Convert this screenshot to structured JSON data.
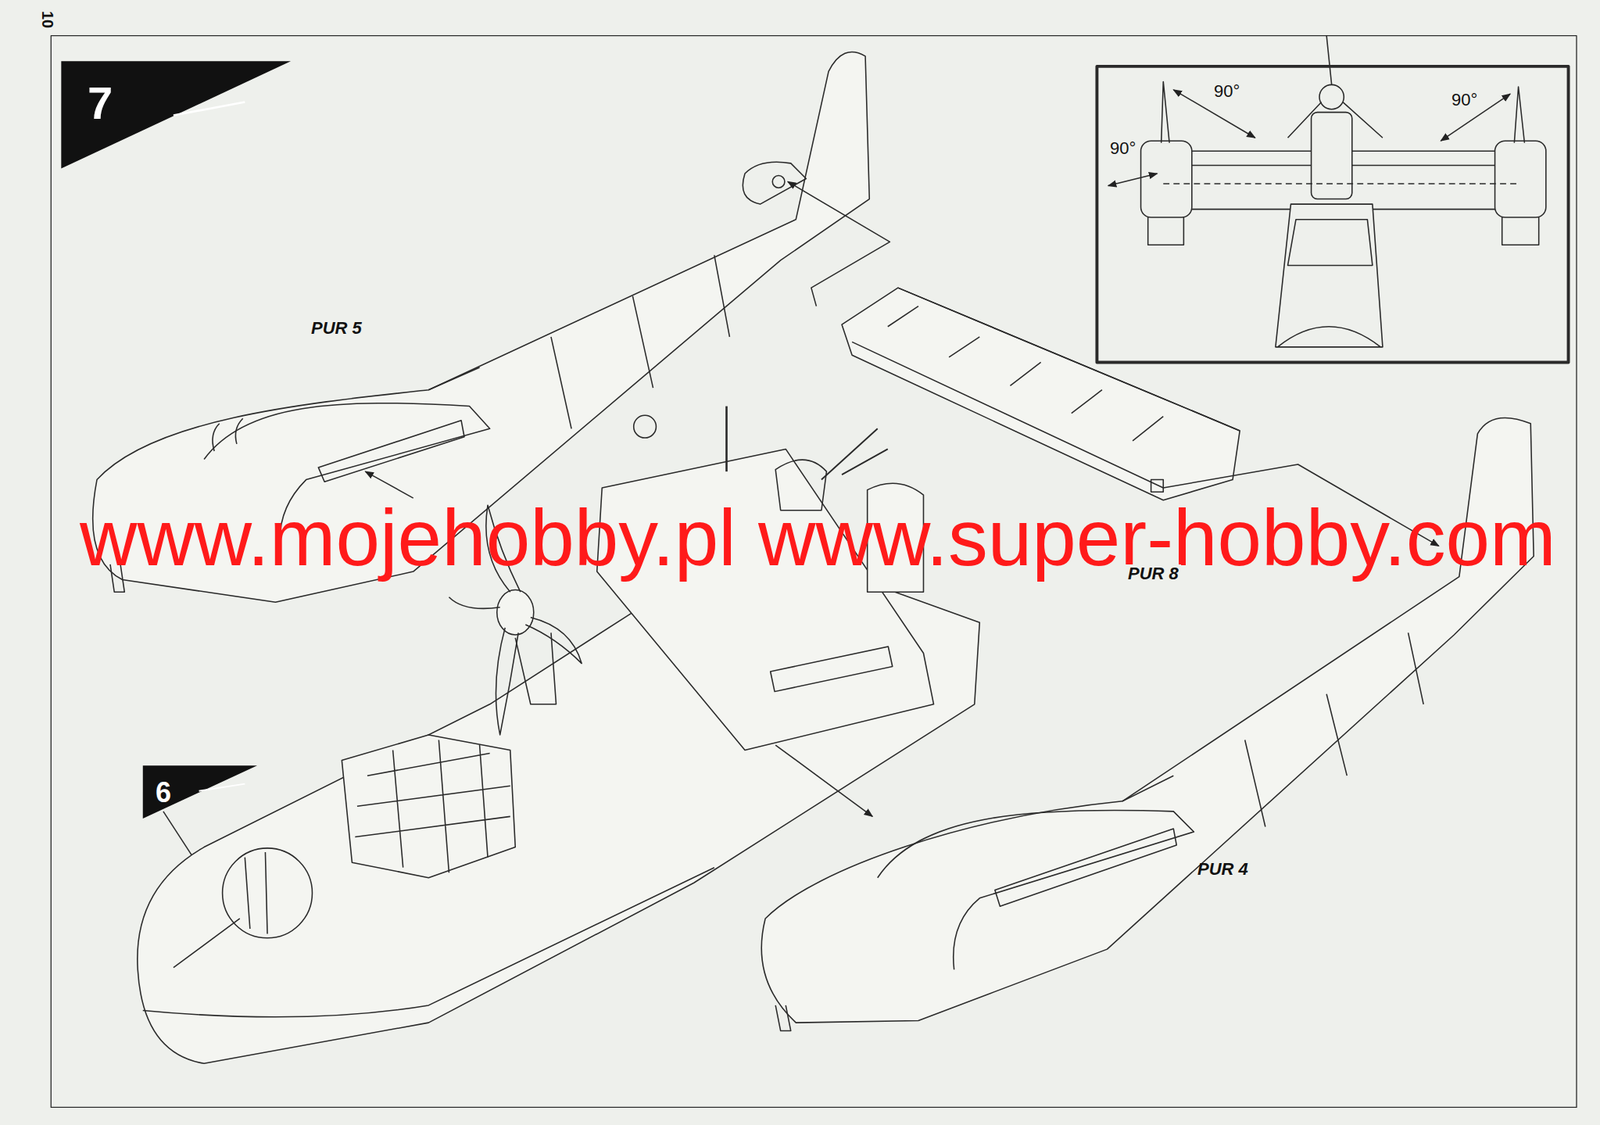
{
  "diagram": {
    "labels": [
      "10",
      "7",
      "PUR 5",
      "90°",
      "90°",
      "90°",
      "www.mojehobby.pl www.super-hobby.com",
      "PUR 8",
      "6",
      "PUR 4"
    ]
  }
}
